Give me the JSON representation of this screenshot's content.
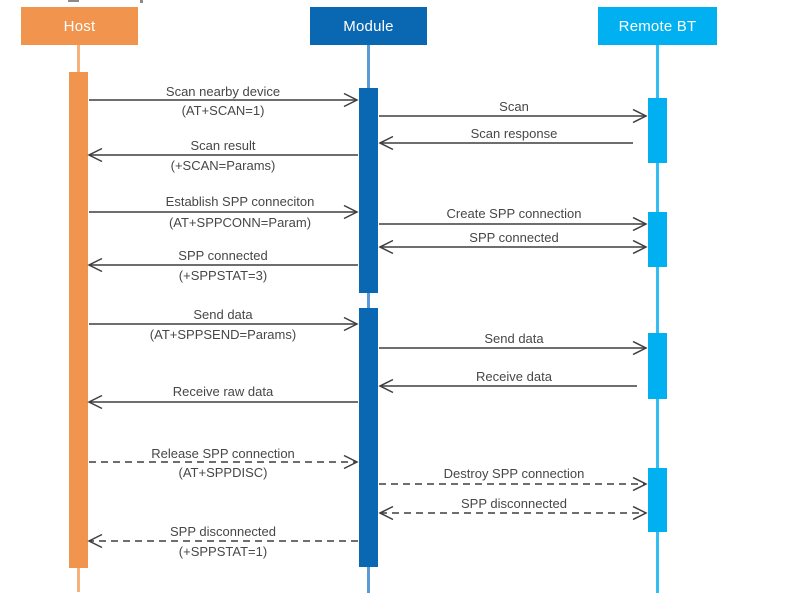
{
  "diagram": {
    "type": "sequence",
    "actors": [
      {
        "id": "host",
        "label": "Host",
        "color": "#F0944E",
        "lifeline_color": "#F5B27D"
      },
      {
        "id": "module",
        "label": "Module",
        "color": "#0A67B2",
        "lifeline_color": "#5B9BD5"
      },
      {
        "id": "remote",
        "label": "Remote BT",
        "color": "#00B0F0",
        "lifeline_color": "#33BEF2"
      }
    ],
    "messages": [
      {
        "from": "Host",
        "to": "Module",
        "label": "Scan nearby device",
        "sublabel": "(AT+SCAN=1)",
        "style": "solid"
      },
      {
        "from": "Module",
        "to": "Remote BT",
        "label": "Scan",
        "style": "solid"
      },
      {
        "from": "Remote BT",
        "to": "Module",
        "label": "Scan response",
        "style": "solid"
      },
      {
        "from": "Module",
        "to": "Host",
        "label": "Scan result",
        "sublabel": "(+SCAN=Params)",
        "style": "solid"
      },
      {
        "from": "Host",
        "to": "Module",
        "label": "Establish SPP conneciton",
        "sublabel": "(AT+SPPCONN=Param)",
        "style": "solid"
      },
      {
        "from": "Module",
        "to": "Remote BT",
        "label": "Create SPP connection",
        "style": "solid"
      },
      {
        "from": "Module",
        "to": "Remote BT",
        "label": "SPP connected",
        "style": "solid",
        "bidirectional": true
      },
      {
        "from": "Module",
        "to": "Host",
        "label": "SPP connected",
        "sublabel": "(+SPPSTAT=3)",
        "style": "solid"
      },
      {
        "from": "Host",
        "to": "Module",
        "label": "Send data",
        "sublabel": "(AT+SPPSEND=Params)",
        "style": "solid"
      },
      {
        "from": "Module",
        "to": "Remote BT",
        "label": "Send data",
        "style": "solid"
      },
      {
        "from": "Remote BT",
        "to": "Module",
        "label": "Receive data",
        "style": "solid"
      },
      {
        "from": "Module",
        "to": "Host",
        "label": "Receive raw data",
        "style": "solid"
      },
      {
        "from": "Host",
        "to": "Module",
        "label": "Release SPP connection",
        "sublabel": "(AT+SPPDISC)",
        "style": "dashed"
      },
      {
        "from": "Module",
        "to": "Remote BT",
        "label": "Destroy SPP connection",
        "style": "dashed"
      },
      {
        "from": "Module",
        "to": "Remote BT",
        "label": "SPP disconnected",
        "style": "dashed",
        "bidirectional": true
      },
      {
        "from": "Module",
        "to": "Host",
        "label": "SPP disconnected",
        "sublabel": "(+SPPSTAT=1)",
        "style": "dashed"
      }
    ],
    "style": {
      "arrow_color": "#3F3F3F",
      "text_color": "#474747",
      "arrowhead": "open-chevron"
    }
  }
}
